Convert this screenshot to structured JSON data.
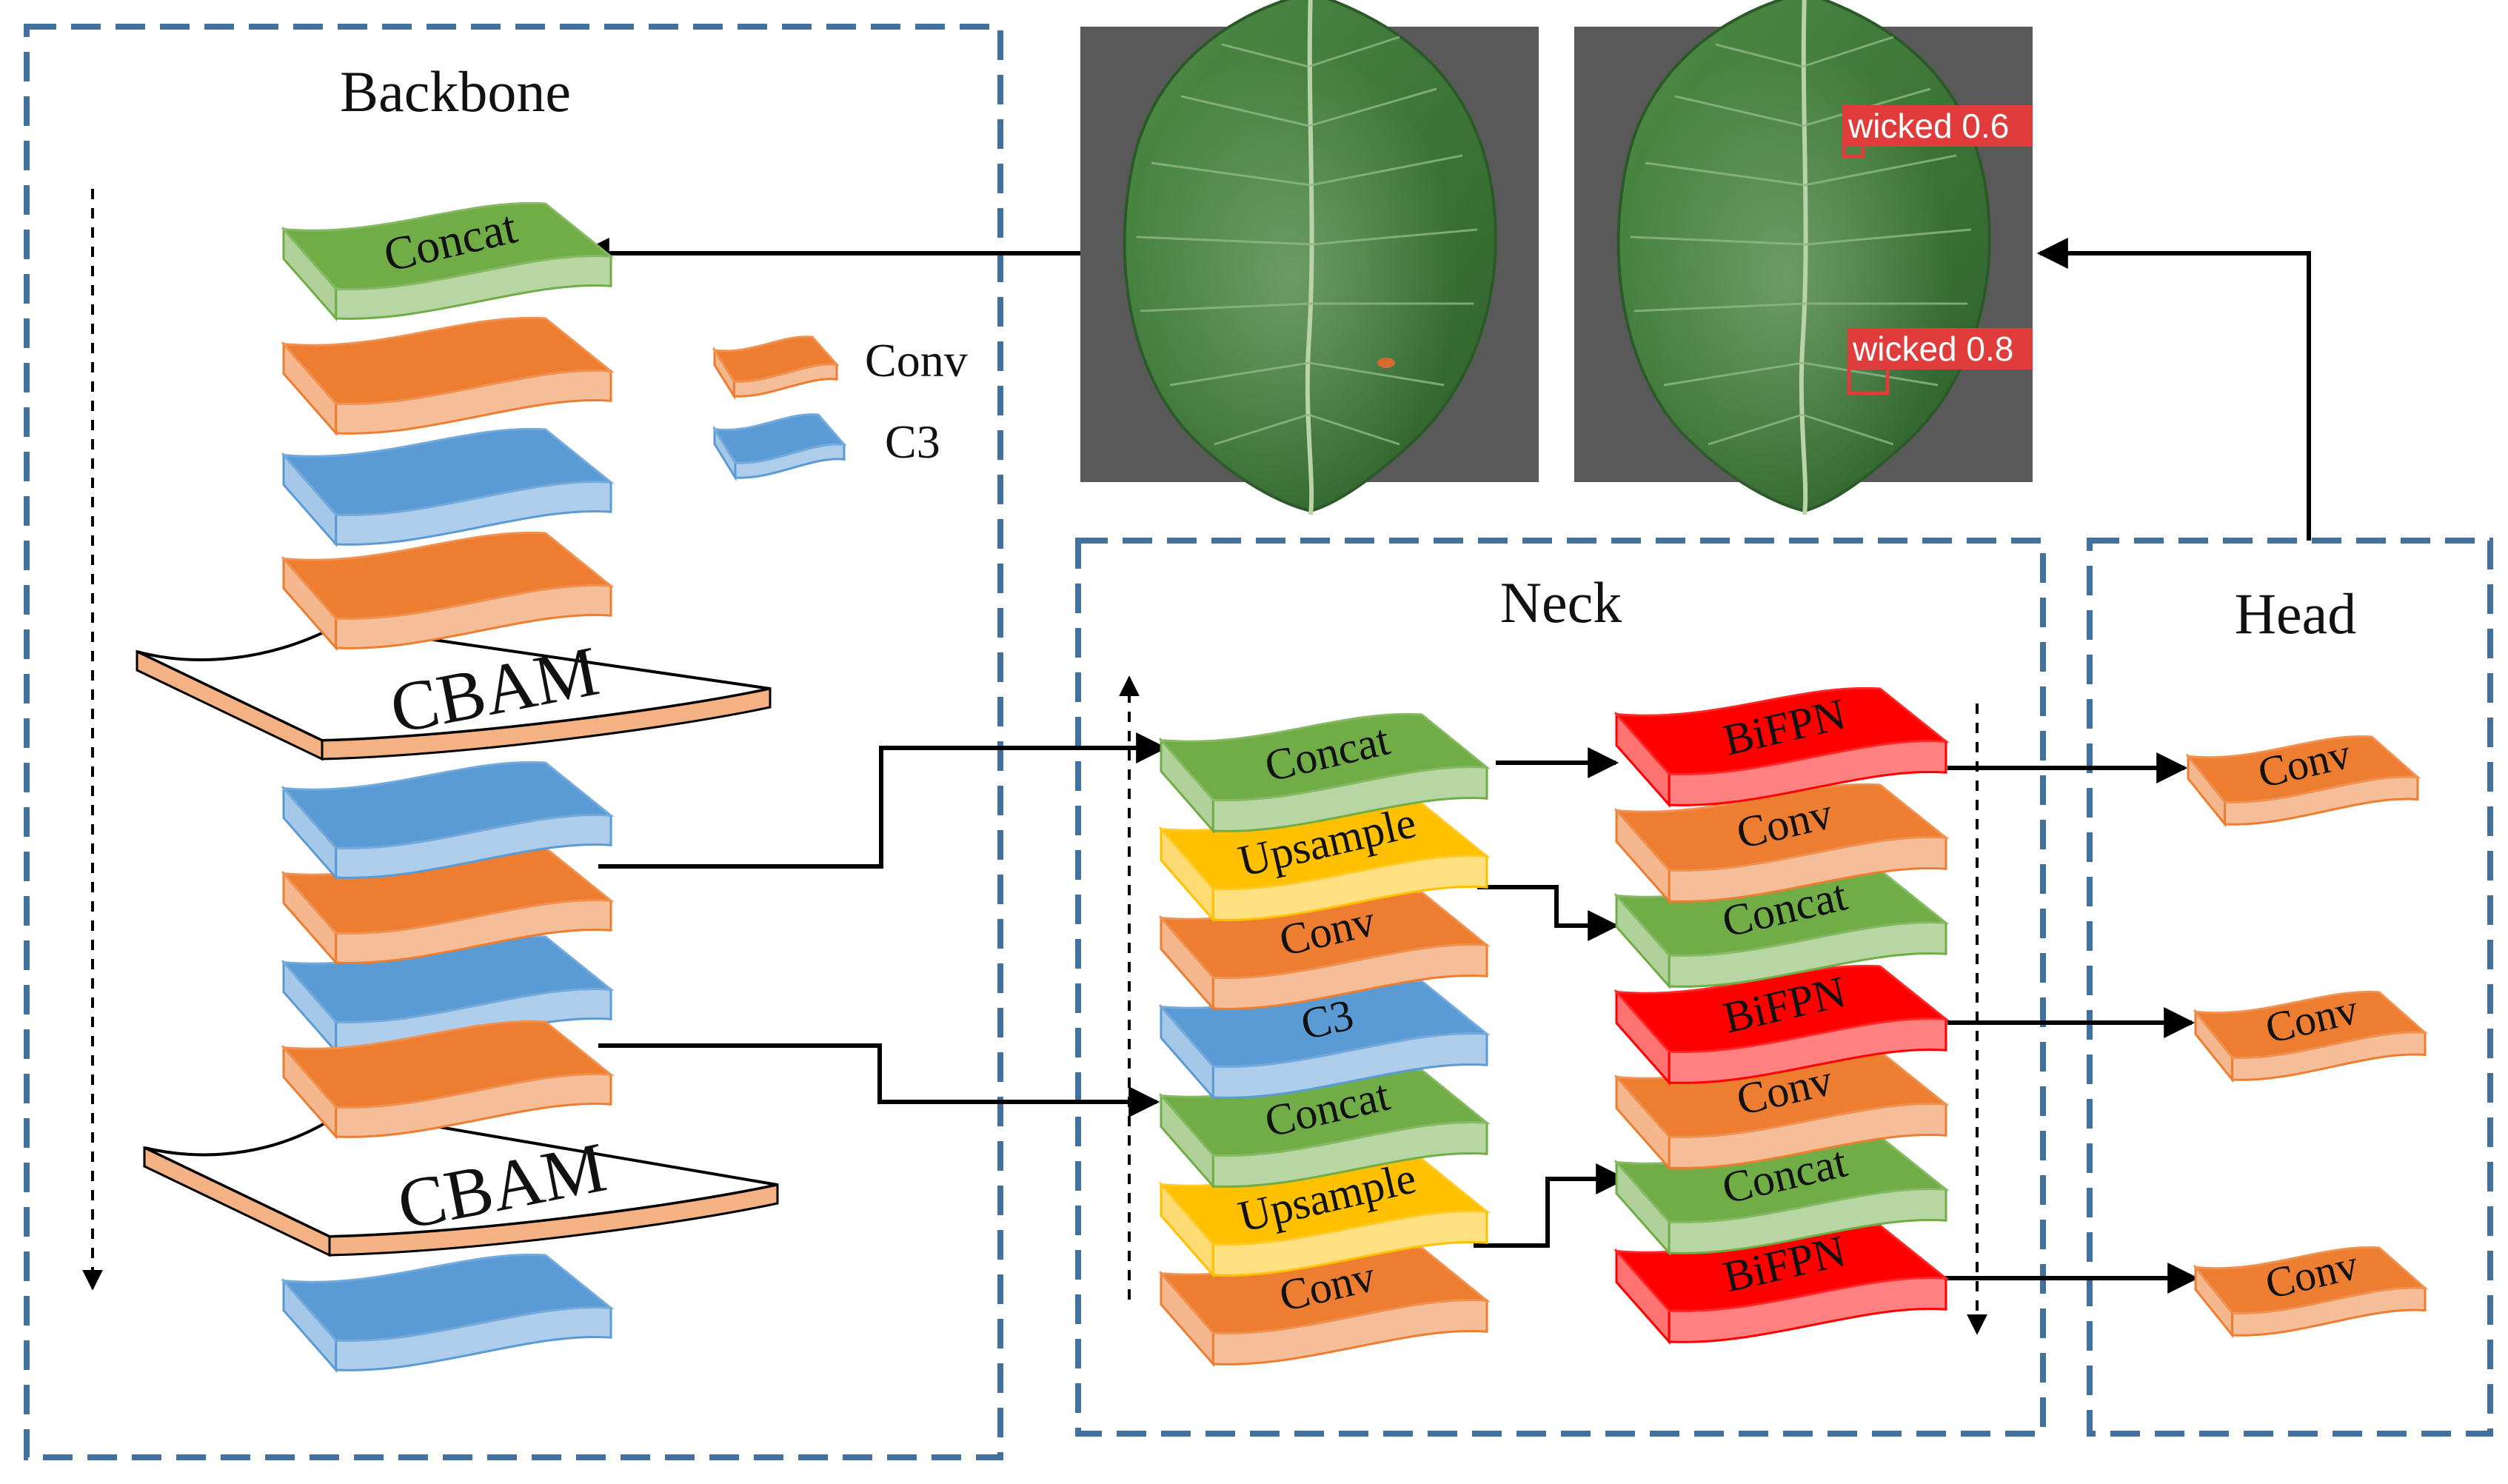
{
  "sections": {
    "backbone": "Backbone",
    "neck": "Neck",
    "head": "Head"
  },
  "legend": {
    "conv": "Conv",
    "c3": "C3"
  },
  "backbone": {
    "top_layer": "Concat",
    "cbam_upper": "CBAM",
    "cbam_lower": "CBAM"
  },
  "neck": {
    "left_column": [
      "Concat",
      "Upsample",
      "Conv",
      "C3",
      "Concat",
      "Upsample",
      "Conv"
    ],
    "right_column": [
      "BiFPN",
      "Conv",
      "Concat",
      "BiFPN",
      "Conv",
      "Concat",
      "BiFPN"
    ]
  },
  "head": {
    "outputs": [
      "Conv",
      "Conv",
      "Conv"
    ]
  },
  "detections": [
    {
      "label": "wicked 0.6"
    },
    {
      "label": "wicked 0.8"
    }
  ],
  "colors": {
    "conv": "#ed7d31",
    "c3": "#5b9bd5",
    "concat": "#70ad47",
    "upsample": "#ffc000",
    "bifpn": "#ff0000",
    "cbam_edge": "#f4b183",
    "frame": "#41719c",
    "detection_box": "#e03c3c",
    "photo_background": "#5f5f5f",
    "leaf": "#3f7a3a"
  }
}
